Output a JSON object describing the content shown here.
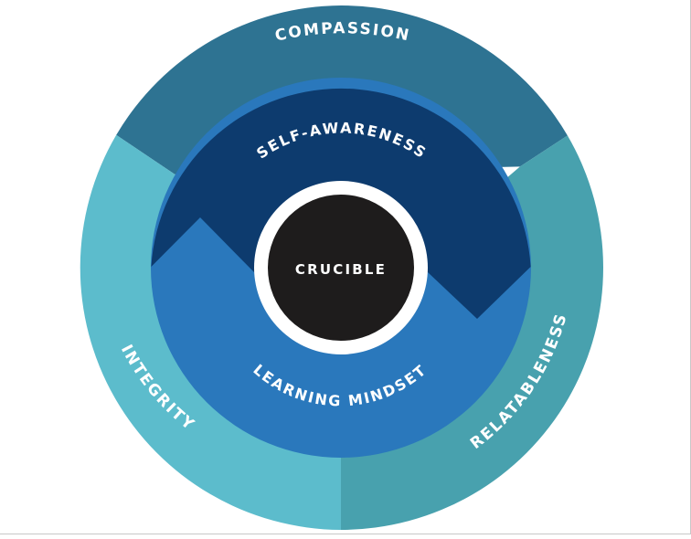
{
  "diagram": {
    "center": {
      "label": "CRUCIBLE"
    },
    "inner_ring": {
      "top_label": "SELF-AWARENESS",
      "bottom_label": "LEARNING MINDSET"
    },
    "outer_ring": {
      "top_label": "COMPASSION",
      "left_label": "INTEGRITY",
      "right_label": "RELATABLENESS"
    },
    "colors": {
      "compassion": "#2e7392",
      "integrity": "#5cbccc",
      "relatableness": "#48a1ae",
      "self_awareness": "#0d3b6e",
      "learning_mindset": "#2a78bc",
      "crucible": "#1e1c1c",
      "white_ring": "#ffffff"
    }
  }
}
